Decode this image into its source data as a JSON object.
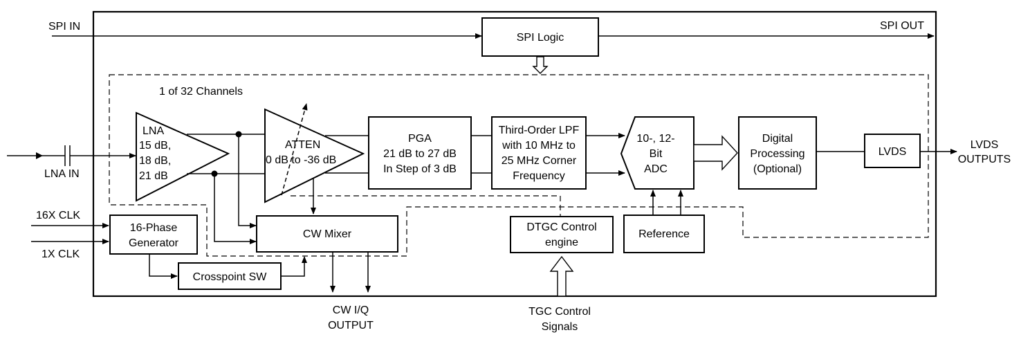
{
  "signals": {
    "spi_in": "SPI IN",
    "spi_out": "SPI OUT",
    "lna_in": "LNA IN",
    "lvds_outputs_1": "LVDS",
    "lvds_outputs_2": "OUTPUTS",
    "clk_16x": "16X CLK",
    "clk_1x": "1X CLK",
    "cw_iq_1": "CW I/Q",
    "cw_iq_2": "OUTPUT",
    "tgc_1": "TGC Control",
    "tgc_2": "Signals"
  },
  "channel_label": "1 of 32 Channels",
  "blocks": {
    "spi_logic": "SPI Logic",
    "lna": [
      "LNA",
      "15 dB,",
      "18 dB,",
      "21 dB"
    ],
    "atten": [
      "ATTEN",
      "0 dB to -36 dB"
    ],
    "pga": [
      "PGA",
      "21 dB to 27 dB",
      "In Step of 3 dB"
    ],
    "lpf": [
      "Third-Order LPF",
      "with 10 MHz to",
      "25 MHz Corner",
      "Frequency"
    ],
    "adc": [
      "10-, 12-",
      "Bit",
      "ADC"
    ],
    "digital": [
      "Digital",
      "Processing",
      "(Optional)"
    ],
    "lvds": "LVDS",
    "phase_gen": [
      "16-Phase",
      "Generator"
    ],
    "crosspoint": "Crosspoint SW",
    "cw_mixer": "CW Mixer",
    "dtgc": [
      "DTGC Control",
      "engine"
    ],
    "reference": "Reference"
  }
}
